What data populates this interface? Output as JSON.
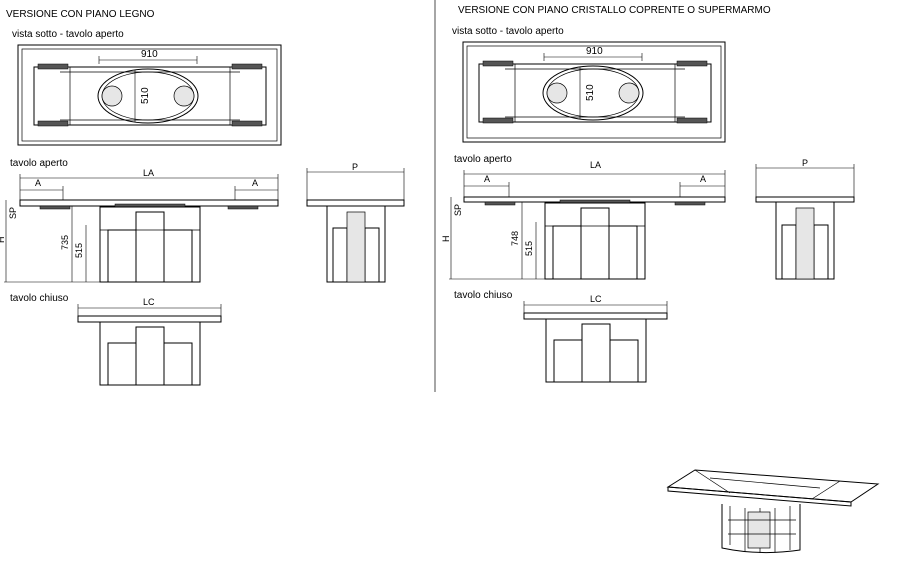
{
  "left": {
    "title": "VERSIONE CON PIANO LEGNO",
    "sub_top": "vista sotto - tavolo aperto",
    "dim_910": "910",
    "dim_510": "510",
    "sub_open": "tavolo aperto",
    "dim_A1": "A",
    "dim_LA": "LA",
    "dim_A2": "A",
    "dim_P": "P",
    "dim_SP": "SP",
    "dim_H": "H",
    "dim_735": "735",
    "dim_515": "515",
    "sub_closed": "tavolo chiuso",
    "dim_LC": "LC"
  },
  "right": {
    "title": "VERSIONE CON PIANO CRISTALLO COPRENTE O SUPERMARMO",
    "sub_top": "vista sotto - tavolo aperto",
    "dim_910": "910",
    "dim_510": "510",
    "sub_open": "tavolo aperto",
    "dim_A1": "A",
    "dim_LA": "LA",
    "dim_A2": "A",
    "dim_P": "P",
    "dim_SP": "SP",
    "dim_H": "H",
    "dim_748": "748",
    "dim_515": "515",
    "sub_closed": "tavolo chiuso",
    "dim_LC": "LC"
  }
}
